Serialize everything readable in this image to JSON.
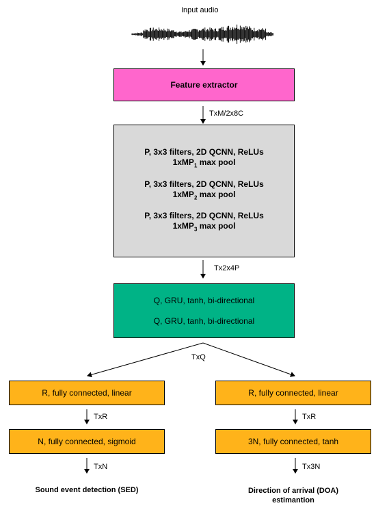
{
  "input": {
    "label": "Input audio"
  },
  "feature_extractor": {
    "label": "Feature extractor",
    "color": "#ff66cc"
  },
  "edge_labels": {
    "fe_out": "TxM/2x8C",
    "cnn_out": "Tx2x4P",
    "gru_out": "TxQ",
    "sed_r_out": "TxR",
    "sed_n_out": "TxN",
    "doa_r_out": "TxR",
    "doa_3n_out": "Tx3N"
  },
  "cnn_block": {
    "color": "#d9d9d9",
    "layers": [
      {
        "line1": "P, 3x3 filters, 2D QCNN, ReLUs",
        "line2_prefix": "1xMP",
        "sub": "1",
        "line2_suffix": " max pool"
      },
      {
        "line1": "P, 3x3 filters, 2D QCNN, ReLUs",
        "line2_prefix": "1xMP",
        "sub": "2",
        "line2_suffix": " max pool"
      },
      {
        "line1": "P, 3x3 filters, 2D QCNN, ReLUs",
        "line2_prefix": "1xMP",
        "sub": "3",
        "line2_suffix": " max pool"
      }
    ]
  },
  "gru_block": {
    "color": "#00b386",
    "layers": [
      "Q, GRU, tanh, bi-directional",
      "Q, GRU, tanh, bi-directional"
    ]
  },
  "sed_branch": {
    "color": "#ffb31a",
    "fc1": "R, fully connected, linear",
    "fc2": "N, fully connected, sigmoid",
    "output": "Sound event detection (SED)"
  },
  "doa_branch": {
    "color": "#ffb31a",
    "fc1": "R, fully connected, linear",
    "fc2": "3N, fully connected, tanh",
    "output_line1": "Direction of arrival (DOA)",
    "output_line2": "estimantion"
  }
}
